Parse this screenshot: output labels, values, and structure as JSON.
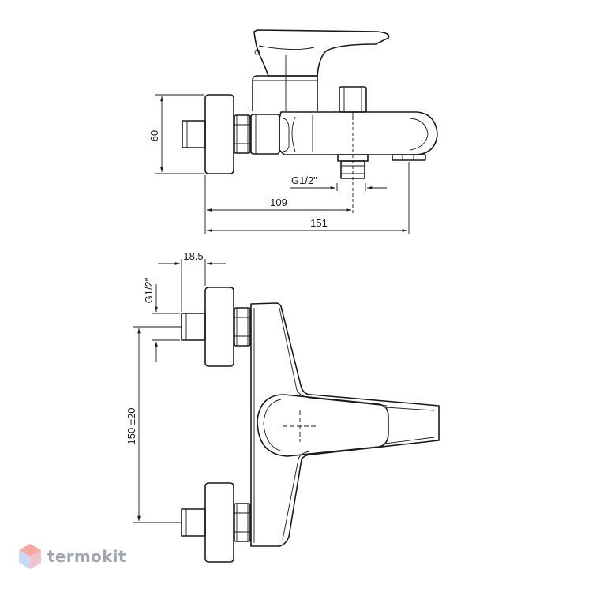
{
  "dimensions": {
    "height_60": "60",
    "length_109": "109",
    "length_151": "151",
    "thread_top": "G1/2\"",
    "offset_18_5": "18.5",
    "thread_side": "G1/2\"",
    "spacing_150": "150 ±20"
  },
  "watermark": {
    "text": "termokit",
    "logo_colors": [
      "#f7a8a0",
      "#c9d9f2",
      "#f3c2d1"
    ]
  }
}
